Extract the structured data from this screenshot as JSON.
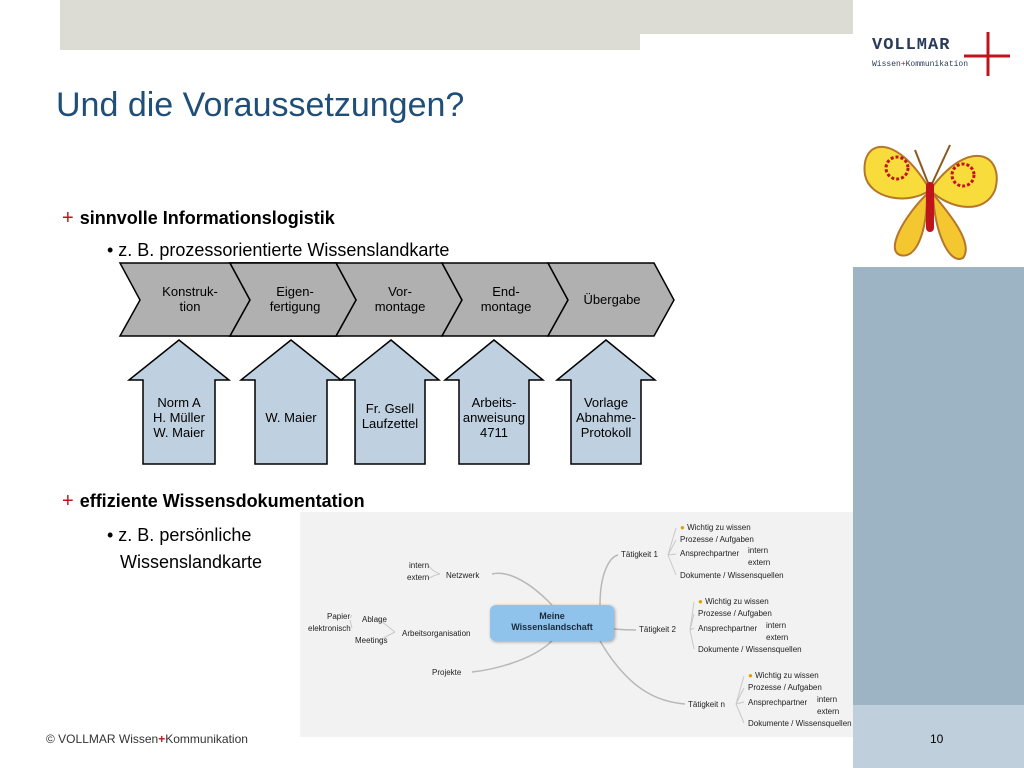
{
  "slide": {
    "title": "Und die Voraussetzungen?",
    "logo": {
      "word": "VOLLMAR",
      "sub_left": "Wissen",
      "sub_plus": "+",
      "sub_right": "Kommunikation"
    },
    "bullets": [
      {
        "marker": "+",
        "text": "sinnvolle Informationslogistik"
      },
      {
        "marker": "+",
        "text": "effiziente Wissensdokumentation"
      }
    ],
    "sub_bullets": [
      "• z. B. prozessorientierte Wissenslandkarte",
      "• z. B. persönliche",
      "Wissenslandkarte"
    ],
    "process_steps": [
      {
        "line1": "Konstruk-",
        "line2": "tion"
      },
      {
        "line1": "Eigen-",
        "line2": "fertigung"
      },
      {
        "line1": "Vor-",
        "line2": "montage"
      },
      {
        "line1": "End-",
        "line2": "montage"
      },
      {
        "line1": "Übergabe",
        "line2": ""
      }
    ],
    "resources": [
      {
        "l1": "Norm A",
        "l2": "H. Müller",
        "l3": "W. Maier"
      },
      {
        "l1": "W. Maier",
        "l2": "",
        "l3": ""
      },
      {
        "l1": "Fr. Gsell",
        "l2": "Laufzettel",
        "l3": ""
      },
      {
        "l1": "Arbeits-",
        "l2": "anweisung",
        "l3": "4711"
      },
      {
        "l1": "Vorlage",
        "l2": "Abnahme-",
        "l3": "Protokoll"
      }
    ],
    "footer": {
      "left": "© VOLLMAR Wissen",
      "plus": "+",
      "right": "Kommunikation"
    },
    "page_number": "10",
    "colors": {
      "title": "#1f4e79",
      "accent": "#c0141b",
      "chevron_fill": "#b0b0b0",
      "arrow_fill": "#bfd0e0",
      "panel": "#9db4c4"
    }
  },
  "mindmap": {
    "center_line1": "Meine",
    "center_line2": "Wissenslandschaft",
    "left": {
      "netzwerk": "Netzwerk",
      "intern": "intern",
      "extern": "extern",
      "arbeitsorganisation": "Arbeitsorganisation",
      "ablage": "Ablage",
      "papier": "Papier",
      "elektronisch": "elektronisch",
      "meetings": "Meetings",
      "projekte": "Projekte"
    },
    "activities": [
      {
        "name": "Tätigkeit 1",
        "wichtig": "Wichtig zu wissen",
        "prozesse": "Prozesse / Aufgaben",
        "ansprech": "Ansprechpartner",
        "intern": "intern",
        "extern": "extern",
        "dokumente": "Dokumente / Wissensquellen"
      },
      {
        "name": "Tätigkeit 2",
        "wichtig": "Wichtig zu wissen",
        "prozesse": "Prozesse / Aufgaben",
        "ansprech": "Ansprechpartner",
        "intern": "intern",
        "extern": "extern",
        "dokumente": "Dokumente / Wissensquellen"
      },
      {
        "name": "Tätigkeit n",
        "wichtig": "Wichtig zu wissen",
        "prozesse": "Prozesse / Aufgaben",
        "ansprech": "Ansprechpartner",
        "intern": "intern",
        "extern": "extern",
        "dokumente": "Dokumente / Wissensquellen"
      }
    ]
  }
}
